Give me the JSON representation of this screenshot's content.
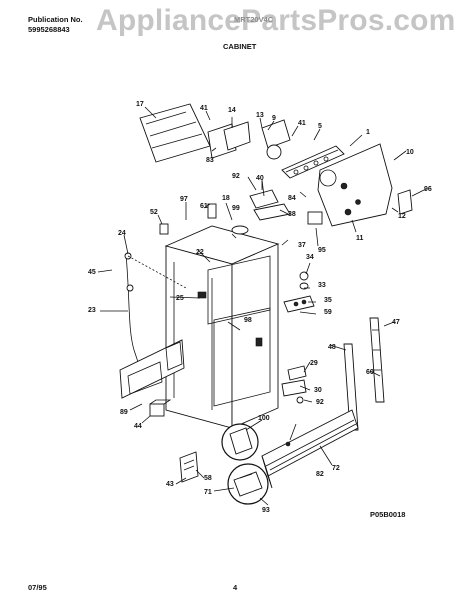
{
  "header": {
    "publication_label": "Publication No.",
    "publication_number": "5995268843",
    "model": "MRT20V4C",
    "section_title": "CABINET"
  },
  "watermark": "AppliancePartsPros.com",
  "diagram_code": "P05B0018",
  "footer": {
    "date": "07/95",
    "page": "4"
  },
  "part_labels": [
    "17",
    "41",
    "14",
    "13",
    "9",
    "41",
    "5",
    "1",
    "10",
    "96",
    "12",
    "11",
    "95",
    "38",
    "92",
    "40",
    "83",
    "84",
    "18",
    "97",
    "52",
    "61",
    "99",
    "22",
    "37",
    "24",
    "45",
    "34",
    "33",
    "25",
    "35",
    "59",
    "23",
    "98",
    "47",
    "48",
    "29",
    "60",
    "30",
    "92",
    "89",
    "44",
    "100",
    "82",
    "72",
    "58",
    "43",
    "71",
    "93"
  ]
}
